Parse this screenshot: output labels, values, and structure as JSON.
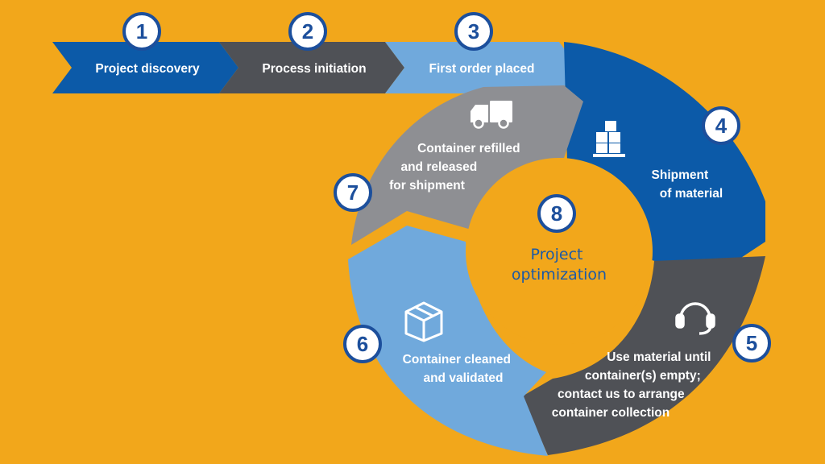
{
  "colors": {
    "background": "#f2a71b",
    "dark_blue": "#0c5aa8",
    "dark_gray": "#4f5156",
    "light_blue": "#70a9dc",
    "mid_gray": "#8e8f93",
    "badge_text": "#1c4f9c"
  },
  "steps": [
    {
      "number": "1",
      "label": "Project discovery"
    },
    {
      "number": "2",
      "label": "Process initiation"
    },
    {
      "number": "3",
      "label": "First order placed"
    },
    {
      "number": "4",
      "label_lines": [
        "Shipment",
        "of material"
      ],
      "icon": "pallet-boxes-icon"
    },
    {
      "number": "5",
      "label_lines": [
        "Use material until",
        "container(s) empty;",
        "contact us to arrange",
        "container collection"
      ],
      "icon": "headset-icon"
    },
    {
      "number": "6",
      "label_lines": [
        "Container cleaned",
        "and validated"
      ],
      "icon": "box-icon"
    },
    {
      "number": "7",
      "label_lines": [
        "Container refilled",
        "and released",
        "for shipment"
      ],
      "icon": "truck-icon"
    }
  ],
  "center": {
    "number": "8",
    "label_lines": [
      "Project",
      "optimization"
    ]
  }
}
